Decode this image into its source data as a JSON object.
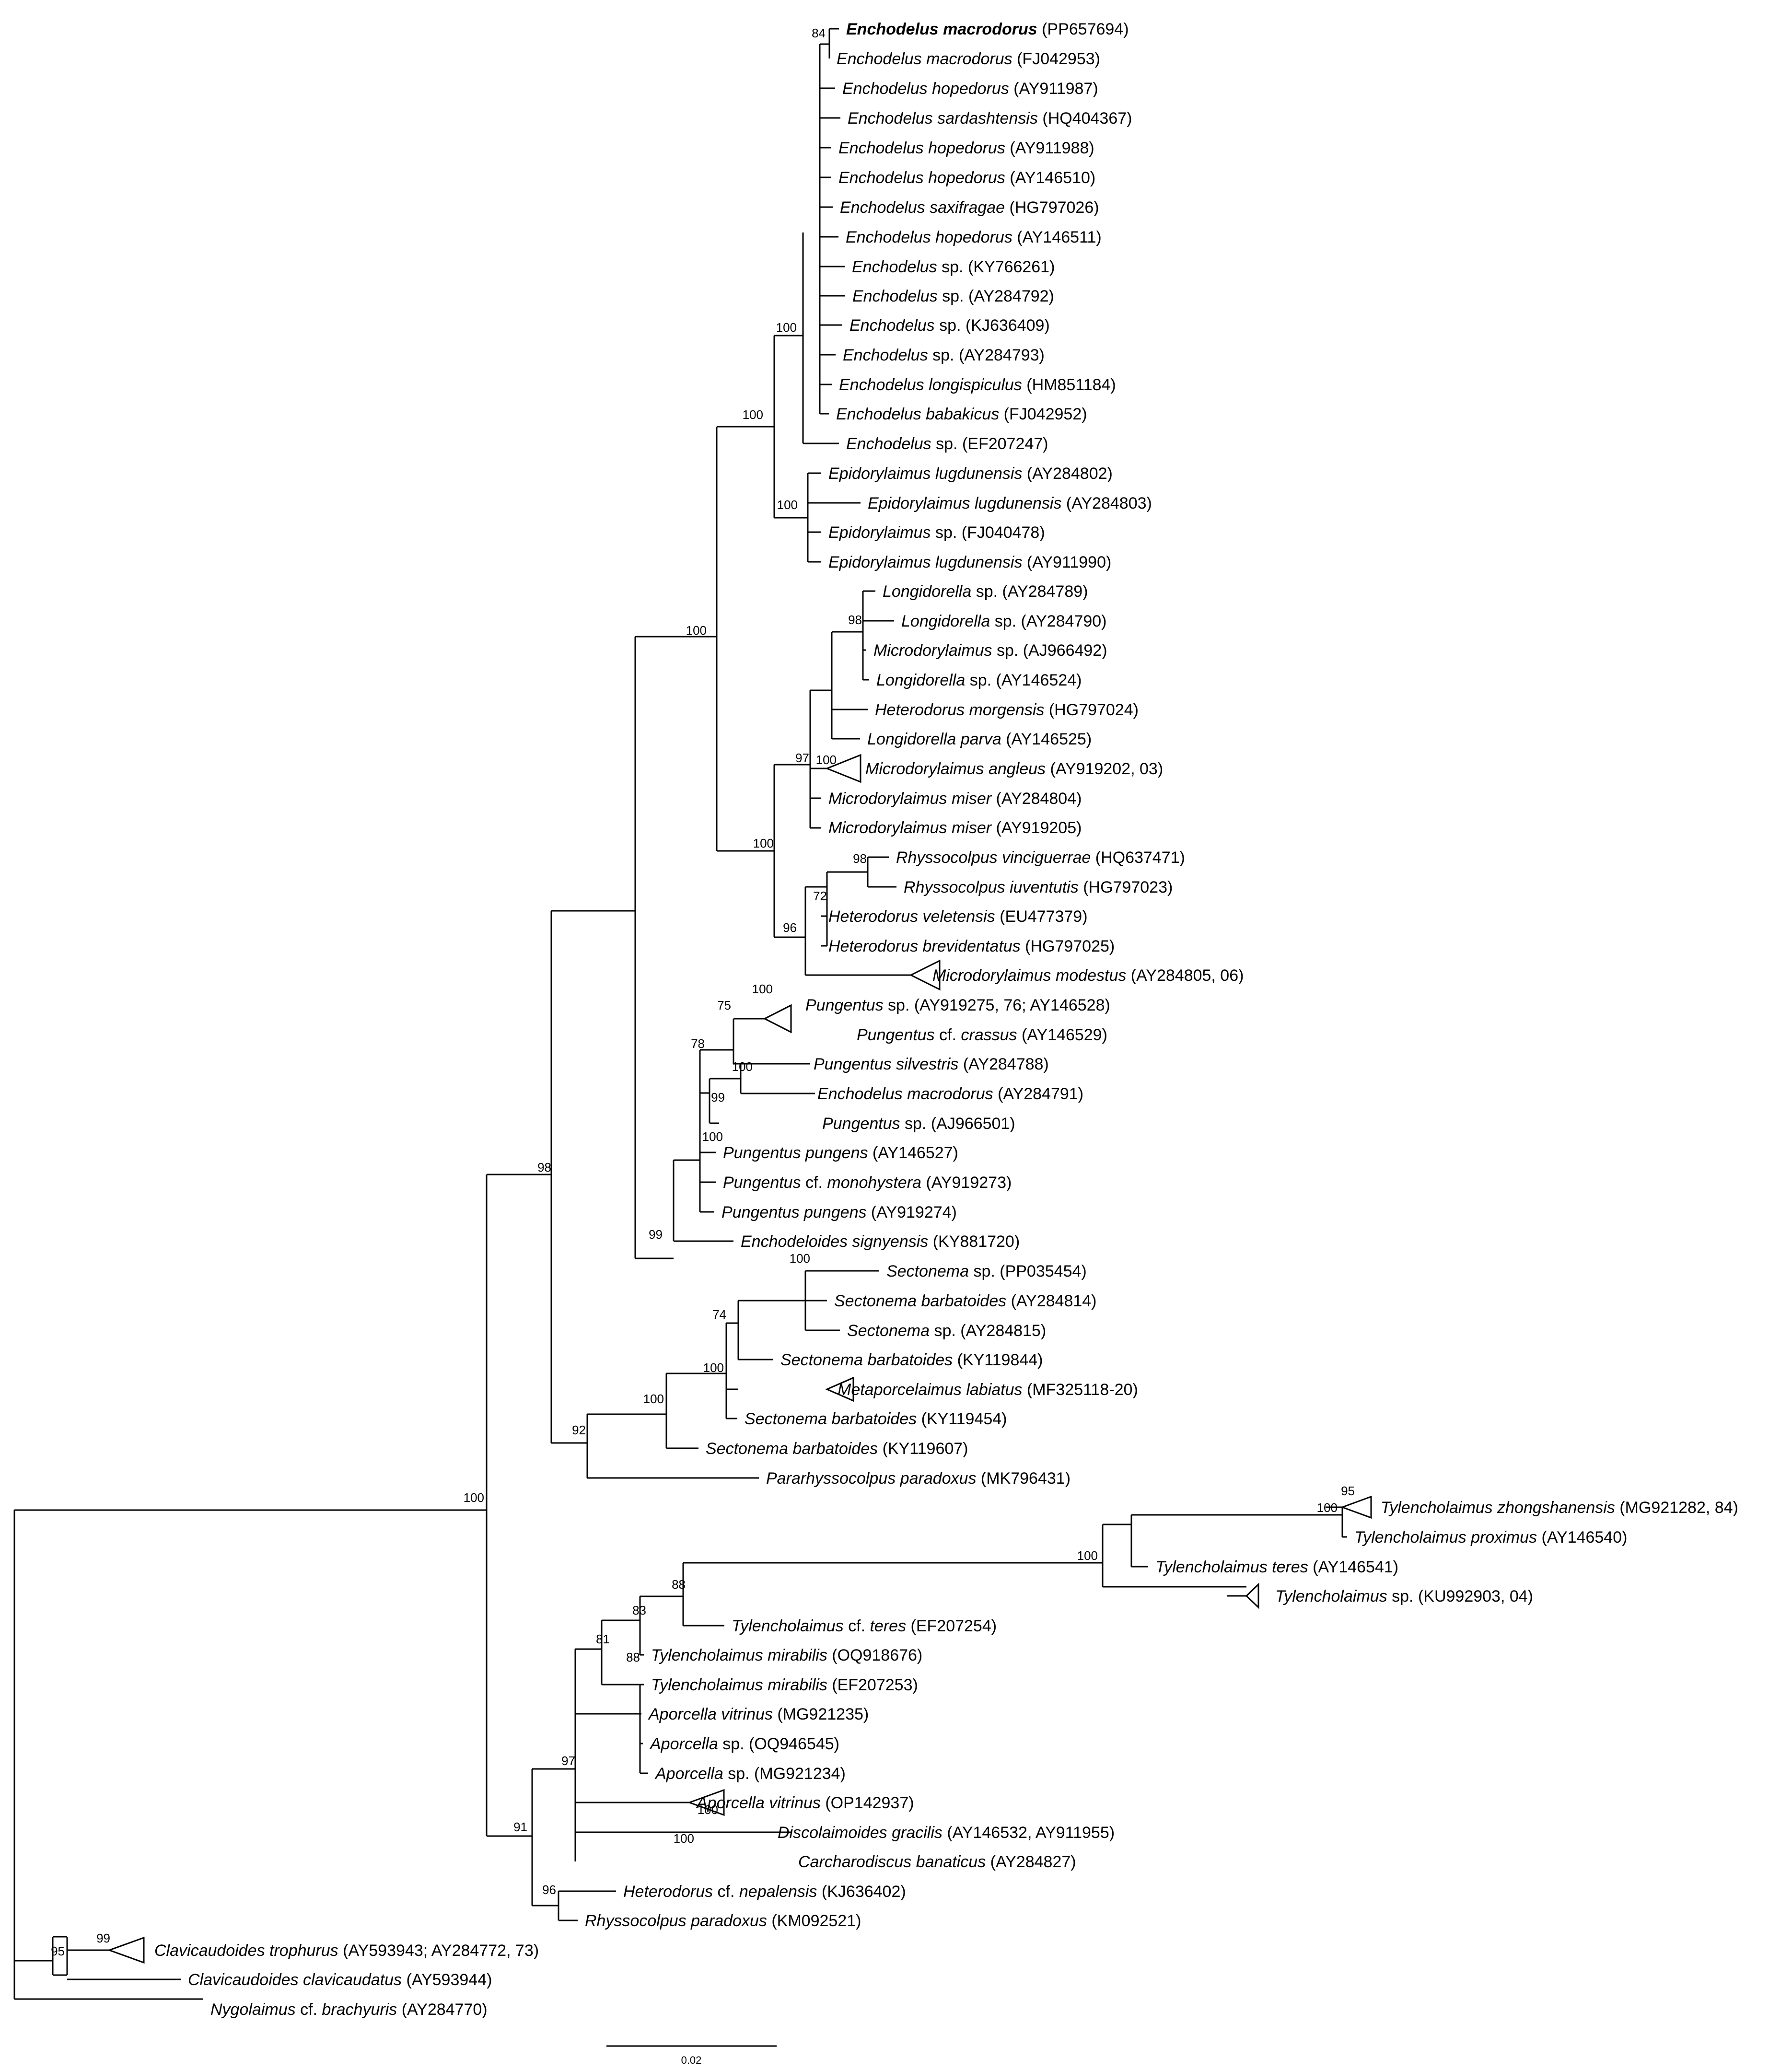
{
  "tree": {
    "scale_bar_label": "0.02",
    "taxa": [
      {
        "genus": "Enchodelus macrodorus",
        "acc": "(PP657694)",
        "bold": true
      },
      {
        "genus": "Enchodelus macrodorus",
        "acc": "(FJ042953)"
      },
      {
        "genus": "Enchodelus hopedorus",
        "acc": "(AY911987)"
      },
      {
        "genus": "Enchodelus sardashtensis",
        "acc": "(HQ404367)"
      },
      {
        "genus": "Enchodelus hopedorus",
        "acc": "(AY911988)"
      },
      {
        "genus": "Enchodelus hopedorus",
        "acc": "(AY146510)"
      },
      {
        "genus": "Enchodelus saxifragae",
        "acc": "(HG797026)"
      },
      {
        "genus": "Enchodelus hopedorus",
        "acc": "(AY146511)"
      },
      {
        "genus": "Enchodelus",
        "sp": "sp.",
        "acc": "(KY766261)"
      },
      {
        "genus": "Enchodelus",
        "sp": "sp.",
        "acc": "(AY284792)"
      },
      {
        "genus": "Enchodelus",
        "sp": "sp.",
        "acc": "(KJ636409)"
      },
      {
        "genus": "Enchodelus",
        "sp": "sp.",
        "acc": "(AY284793)"
      },
      {
        "genus": "Enchodelus longispiculus",
        "acc": "(HM851184)"
      },
      {
        "genus": "Enchodelus babakicus",
        "acc": "(FJ042952)"
      },
      {
        "genus": "Enchodelus",
        "sp": "sp.",
        "acc": "(EF207247)"
      },
      {
        "genus": "Epidorylaimus lugdunensis",
        "acc": "(AY284802)"
      },
      {
        "genus": "Epidorylaimus lugdunensis",
        "acc": "(AY284803)"
      },
      {
        "genus": "Epidorylaimus",
        "sp": "sp.",
        "acc": "(FJ040478)"
      },
      {
        "genus": "Epidorylaimus lugdunensis",
        "acc": "(AY911990)"
      },
      {
        "genus": "Longidorella",
        "sp": "sp.",
        "acc": "(AY284789)"
      },
      {
        "genus": "Longidorella",
        "sp": "sp.",
        "acc": "(AY284790)"
      },
      {
        "genus": "Microdorylaimus",
        "sp": "sp.",
        "acc": "(AJ966492)"
      },
      {
        "genus": "Longidorella",
        "sp": "sp.",
        "acc": "(AY146524)"
      },
      {
        "genus": "Heterodorus morgensis",
        "acc": "(HG797024)"
      },
      {
        "genus": "Longidorella parva",
        "acc": "(AY146525)"
      },
      {
        "genus": "Microdorylaimus angleus",
        "acc": "(AY919202, 03)"
      },
      {
        "genus": "Microdorylaimus miser",
        "acc": "(AY284804)"
      },
      {
        "genus": "Microdorylaimus miser",
        "acc": "(AY919205)"
      },
      {
        "genus": "Rhyssocolpus vinciguerrae",
        "acc": "(HQ637471)"
      },
      {
        "genus": "Rhyssocolpus iuventutis",
        "acc": "(HG797023)"
      },
      {
        "genus": "Heterodorus veletensis",
        "acc": "(EU477379)"
      },
      {
        "genus": "Heterodorus brevidentatus",
        "acc": "(HG797025)"
      },
      {
        "genus": "Microdorylaimus modestus",
        "acc": "(AY284805, 06)"
      },
      {
        "genus": "Pungentus",
        "sp": "sp.",
        "acc": "(AY919275, 76; AY146528)"
      },
      {
        "genus": "Pungentus",
        "sp": "cf.",
        "genus2": "crassus",
        "acc": "(AY146529)"
      },
      {
        "genus": "Pungentus silvestris",
        "acc": "(AY284788)"
      },
      {
        "genus": "Enchodelus macrodorus",
        "acc": "(AY284791)"
      },
      {
        "genus": "Pungentus",
        "sp": "sp.",
        "acc": "(AJ966501)"
      },
      {
        "genus": "Pungentus pungens",
        "acc": "(AY146527)"
      },
      {
        "genus": "Pungentus",
        "sp": "cf.",
        "genus2": "monohystera",
        "acc": "(AY919273)"
      },
      {
        "genus": "Pungentus pungens",
        "acc": "(AY919274)"
      },
      {
        "genus": "Enchodeloides signyensis",
        "acc": "(KY881720)"
      },
      {
        "genus": "Sectonema",
        "sp": "sp.",
        "acc": "(PP035454)"
      },
      {
        "genus": "Sectonema barbatoides",
        "acc": "(AY284814)"
      },
      {
        "genus": "Sectonema",
        "sp": "sp.",
        "acc": "(AY284815)"
      },
      {
        "genus": "Sectonema barbatoides",
        "acc": "(KY119844)"
      },
      {
        "genus": "Metaporcelaimus labiatus",
        "acc": "(MF325118-20)"
      },
      {
        "genus": "Sectonema barbatoides",
        "acc": "(KY119454)"
      },
      {
        "genus": "Sectonema barbatoides",
        "acc": "(KY119607)"
      },
      {
        "genus": "Pararhyssocolpus paradoxus",
        "acc": "(MK796431)"
      },
      {
        "genus": "Tylencholaimus zhongshanensis",
        "acc": "(MG921282, 84)"
      },
      {
        "genus": "Tylencholaimus proximus",
        "acc": "(AY146540)"
      },
      {
        "genus": "Tylencholaimus teres",
        "acc": "(AY146541)"
      },
      {
        "genus": "Tylencholaimus",
        "sp": "sp.",
        "acc": "(KU992903, 04)"
      },
      {
        "genus": "Tylencholaimus",
        "sp": "cf.",
        "genus2": "teres",
        "acc": "(EF207254)"
      },
      {
        "genus": "Tylencholaimus mirabilis",
        "acc": "(OQ918676)"
      },
      {
        "genus": "Tylencholaimus mirabilis",
        "acc": "(EF207253)"
      },
      {
        "genus": "Aporcella vitrinus",
        "acc": "(MG921235)"
      },
      {
        "genus": "Aporcella",
        "sp": "sp.",
        "acc": "(OQ946545)"
      },
      {
        "genus": "Aporcella",
        "sp": "sp.",
        "acc": "(MG921234)"
      },
      {
        "genus": "Aporcella vitrinus",
        "acc": "(OP142937)"
      },
      {
        "genus": "Discolaimoides gracilis",
        "acc": "(AY146532, AY911955)"
      },
      {
        "genus": "Carcharodiscus banaticus",
        "acc": "(AY284827)"
      },
      {
        "genus": "Heterodorus",
        "sp": "cf.",
        "genus2": "nepalensis",
        "acc": "(KJ636402)"
      },
      {
        "genus": "Rhyssocolpus paradoxus",
        "acc": "(KM092521)"
      },
      {
        "genus": "Clavicaudoides trophurus",
        "acc": "(AY593943; AY284772, 73)"
      },
      {
        "genus": "Clavicaudoides clavicaudatus",
        "acc": "(AY593944)"
      },
      {
        "genus": "Nygolaimus",
        "sp": "cf.",
        "genus2": "brachyuris",
        "acc": "(AY284770)"
      }
    ],
    "bootstrap": [
      "84",
      "100",
      "100",
      "100",
      "100",
      "98",
      "97",
      "100",
      "100",
      "98",
      "72",
      "96",
      "100",
      "75",
      "78",
      "100",
      "99",
      "100",
      "99",
      "98",
      "100",
      "74",
      "100",
      "100",
      "92",
      "100",
      "95",
      "100",
      "100",
      "88",
      "83",
      "81",
      "88",
      "97",
      "100",
      "100",
      "91",
      "96",
      "99",
      "95"
    ]
  }
}
